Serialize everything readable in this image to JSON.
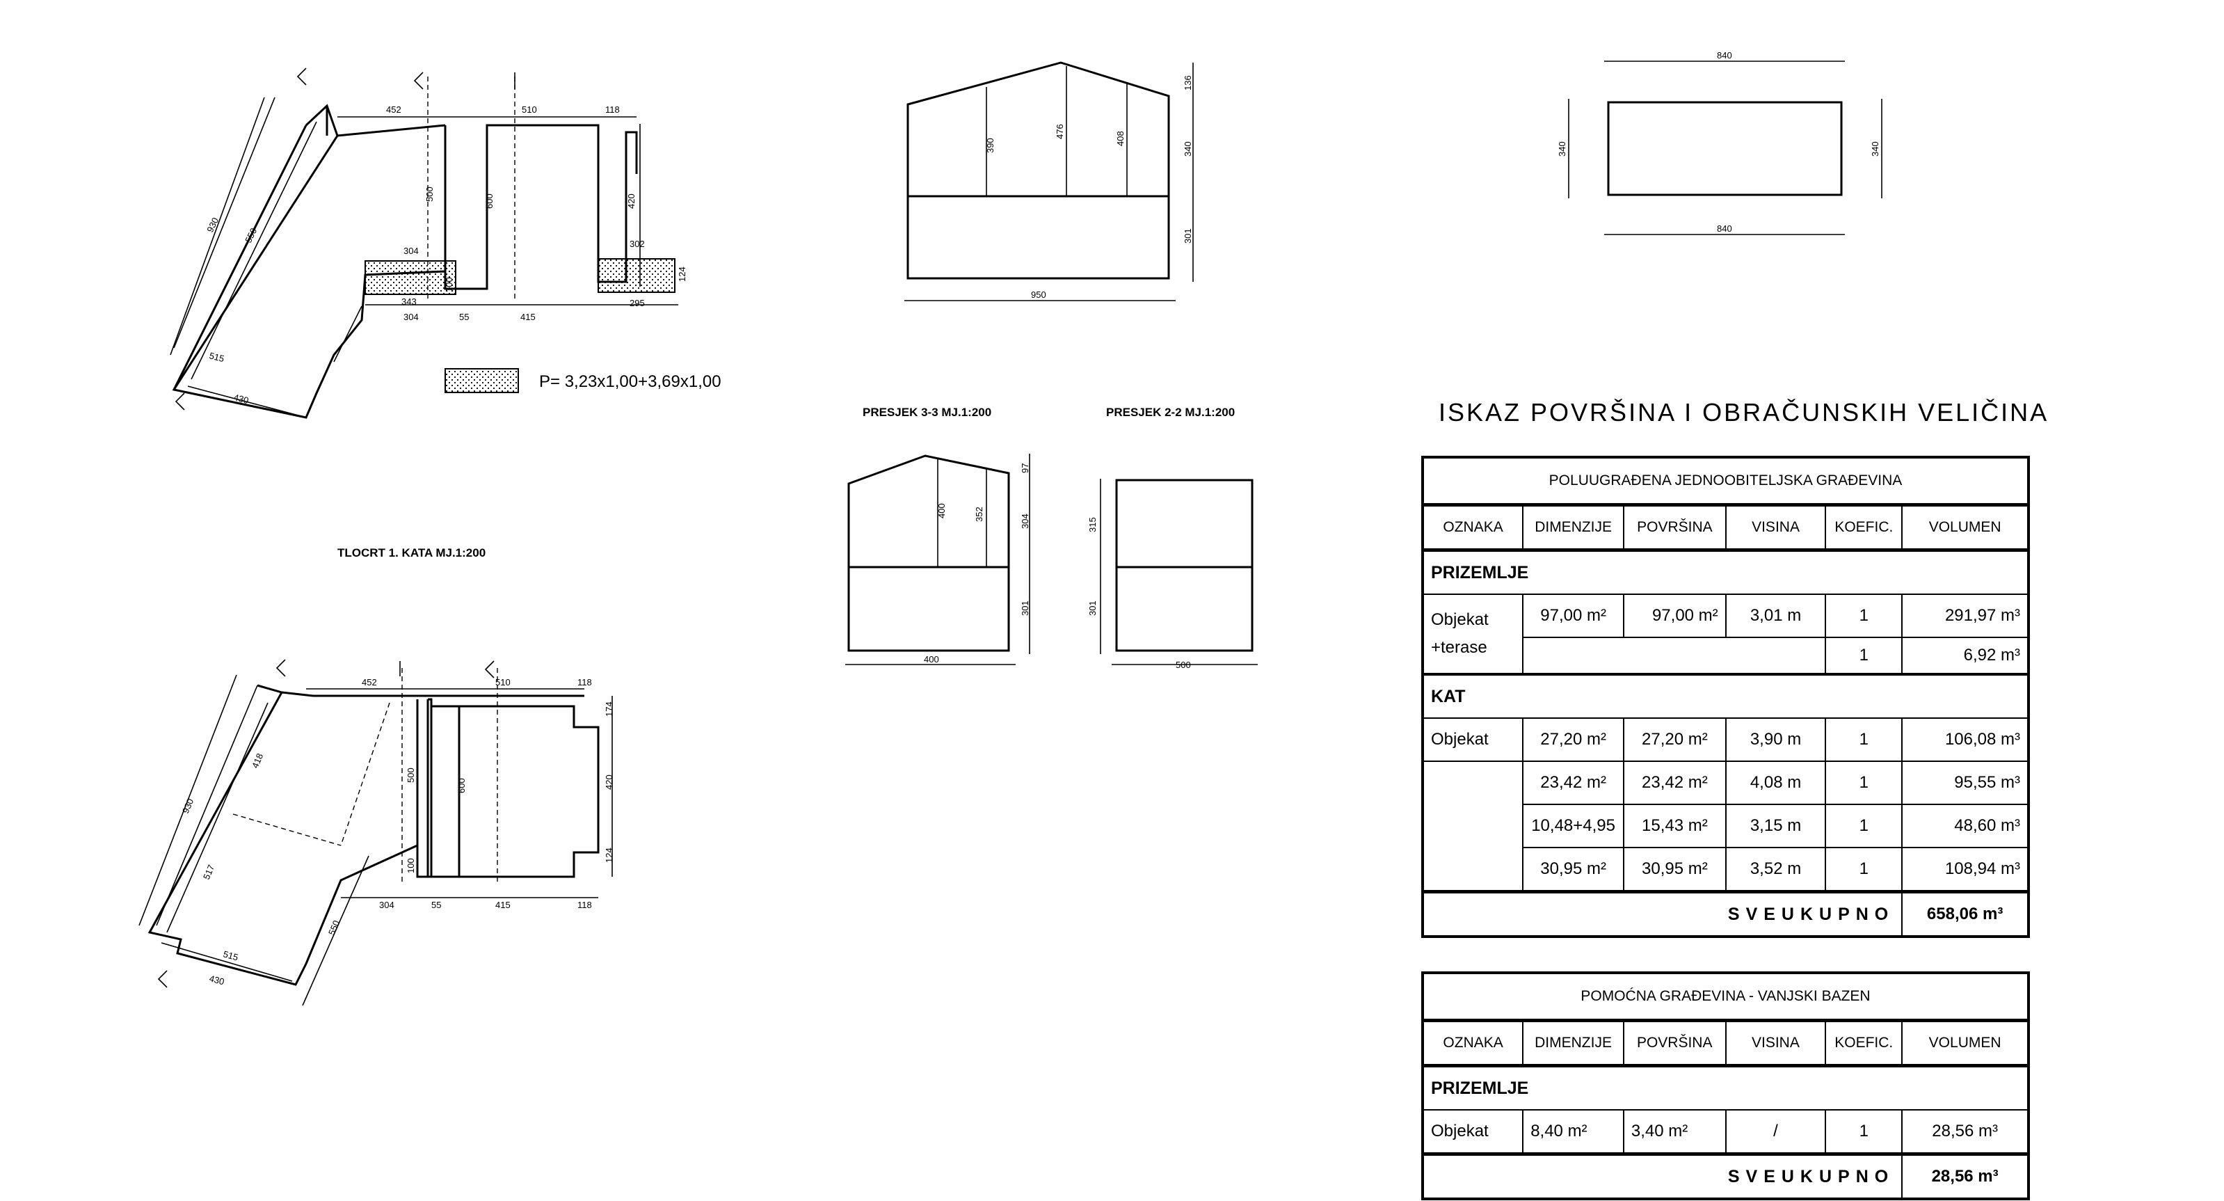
{
  "drawing_labels": {
    "tlocrt_kata": "TLOCRT 1. KATA   MJ.1:200",
    "presjek_33": "PRESJEK 3-3   MJ.1:200",
    "presjek_22": "PRESJEK 2-2   MJ.1:200",
    "formula": "P=  3,23x1,00+3,69x1,00"
  },
  "dims": {
    "d452": "452",
    "d510": "510",
    "d118": "118",
    "d600": "600",
    "d500": "500",
    "d420": "420",
    "d930": "930",
    "d550": "550",
    "d515": "515",
    "d430": "430",
    "d304": "304",
    "d343": "343",
    "d415": "415",
    "d295": "295",
    "d302": "302",
    "d124": "124",
    "d55": "55",
    "d100": "100",
    "d950": "950",
    "d390": "390",
    "d476": "476",
    "d408": "408",
    "d136": "136",
    "d340": "340",
    "d301": "301",
    "d400": "400",
    "d352": "352",
    "d97": "97",
    "d304b": "304",
    "d315": "315",
    "d840": "840",
    "d500b": "500",
    "d400b": "400",
    "d517": "517",
    "d418": "418",
    "d174": "174"
  },
  "title": "ISKAZ  POVRŠINA  I  OBRAČUNSKIH  VELIČINA",
  "table1": {
    "caption": "POLUUGRAĐENA JEDNOOBITELJSKA GRAĐEVINA",
    "headers": [
      "OZNAKA",
      "DIMENZIJE",
      "POVRŠINA",
      "VISINA",
      "KOEFIC.",
      "VOLUMEN"
    ],
    "section_prizemlje": "PRIZEMLJE",
    "prizemlje_label_a": "Objekat",
    "prizemlje_label_b": "+terase",
    "prizemlje_rows": [
      {
        "dim": "97,00 m²",
        "area": "97,00 m²",
        "height": "3,01 m",
        "coef": "1",
        "vol": "291,97 m³"
      },
      {
        "dim": "",
        "area": "",
        "height": "",
        "coef": "1",
        "vol": "6,92 m³"
      }
    ],
    "section_kat": "KAT",
    "kat_label": "Objekat",
    "kat_rows": [
      {
        "dim": "27,20 m²",
        "area": "27,20 m²",
        "height": "3,90 m",
        "coef": "1",
        "vol": "106,08 m³"
      },
      {
        "dim": "23,42 m²",
        "area": "23,42 m²",
        "height": "4,08 m",
        "coef": "1",
        "vol": "95,55 m³"
      },
      {
        "dim": "10,48+4,95",
        "area": "15,43 m²",
        "height": "3,15 m",
        "coef": "1",
        "vol": "48,60 m³"
      },
      {
        "dim": "30,95 m²",
        "area": "30,95 m²",
        "height": "3,52 m",
        "coef": "1",
        "vol": "108,94 m³"
      }
    ],
    "total_label": "SVEUKUPNO",
    "total_value": "658,06 m³"
  },
  "table2": {
    "caption": "POMOĆNA GRAĐEVINA - VANJSKI BAZEN",
    "headers": [
      "OZNAKA",
      "DIMENZIJE",
      "POVRŠINA",
      "VISINA",
      "KOEFIC.",
      "VOLUMEN"
    ],
    "section_prizemlje": "PRIZEMLJE",
    "row": {
      "label": "Objekat",
      "dim": "8,40 m²",
      "area": "3,40 m²",
      "height": "/",
      "coef": "1",
      "vol": "28,56 m³"
    },
    "total_label": "SVEUKUPNO",
    "total_value": "28,56 m³"
  }
}
